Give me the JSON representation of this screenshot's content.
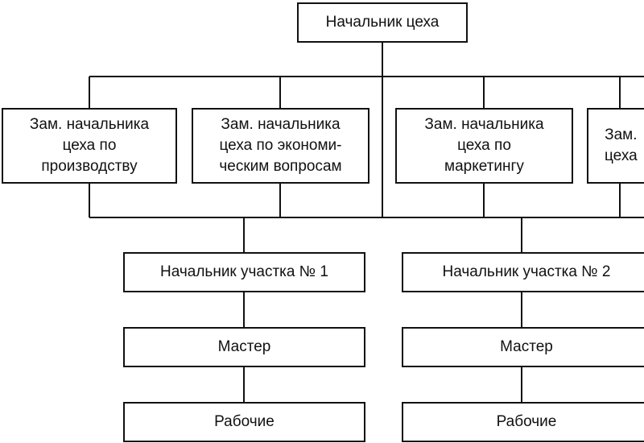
{
  "diagram": {
    "head": "Начальник цеха",
    "deputies": [
      "Зам. начальника\nцеха по\nпроизводству",
      "Зам. начальника\nцеха по экономи-\nческим вопросам",
      "Зам. начальника\nцеха по\nмаркетингу",
      "Зам.\nцеха"
    ],
    "sections": [
      {
        "chief": "Начальник участка № 1",
        "master": "Мастер",
        "workers": "Рабочие"
      },
      {
        "chief": "Начальник участка № 2",
        "master": "Мастер",
        "workers": "Рабочие"
      }
    ]
  }
}
